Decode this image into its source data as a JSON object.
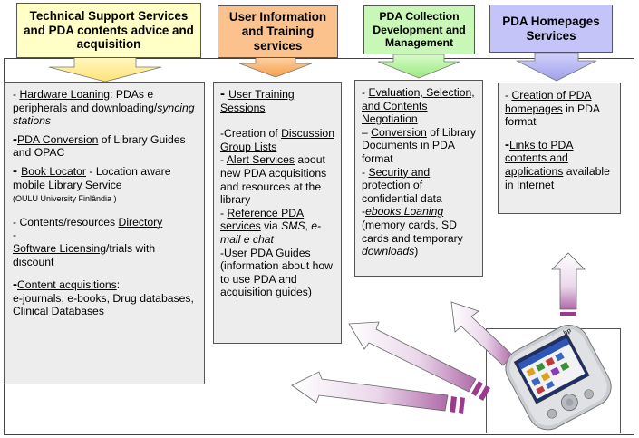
{
  "headers": [
    {
      "id": "technical",
      "lines": [
        "Technical Support Services",
        "and PDA contents advice and",
        "acquisition"
      ],
      "color": "#ffffc6"
    },
    {
      "id": "training",
      "lines": [
        "User Information",
        "and Training",
        "services"
      ],
      "color": "#fbc28d"
    },
    {
      "id": "collection",
      "lines": [
        "PDA Collection",
        "Development and",
        "Management"
      ],
      "color": "#c8f7b7"
    },
    {
      "id": "homepages",
      "lines": [
        "PDA Homepages",
        "Services"
      ],
      "color": "#c4c4f8"
    }
  ],
  "technical": {
    "hardware_lead": "- ",
    "hardware_link": "Hardware Loaning",
    "hardware_rest": ": PDAs e peripherals and downloading/",
    "hardware_italic": "syncing  stations",
    "conversion_link": "PDA Conversion",
    "conversion_rest": " of Library Guides and OPAC",
    "locator_link": "Book Locator",
    "locator_rest": " - Location aware mobile Library Service",
    "locator_note": "(OULU University Finlândia )",
    "directory_lead": "- Contents/resources ",
    "directory_link": "Directory",
    "licensing_lead": "-",
    "licensing_link": "Software Licensing",
    "licensing_rest": "/trials with discount",
    "acq_link": "Content acquisitions",
    "acq_rest": ":",
    "acq_items": "e-journals, e-books, Drug databases, Clinical Databases"
  },
  "training": {
    "sessions_link": "User Training Sessions",
    "discussion_lead": "-Creation of ",
    "discussion_link": "Discussion Group Lists",
    "alert_lead": "- ",
    "alert_link": "Alert Services",
    "alert_rest": " about new PDA acquisitions and resources at the library",
    "reference_lead": "- ",
    "reference_link": "Reference PDA services",
    "reference_mid": " via ",
    "reference_sms": "SMS",
    "reference_comma": ", ",
    "reference_email": "e-mail e chat",
    "guides_link": "-User PDA Guides",
    "guides_rest": "(information about how to use PDA and acquisition guides)"
  },
  "collection": {
    "eval_lead": "- ",
    "eval_link": "Evaluation, Selection, and Contents Negotiation",
    "conv_lead": "– ",
    "conv_link": "Conversion",
    "conv_rest": " of Library Documents in PDA format",
    "security_lead": " - ",
    "security_link": "Security and protection",
    "security_rest": " of confidential data",
    "ebooks_lead": "-",
    "ebooks_link": "ebooks Loaning",
    "ebooks_rest": "(memory cards, SD cards and temporary ",
    "ebooks_italic": "downloads",
    "ebooks_end": ")"
  },
  "homepages": {
    "creation_lead": " - ",
    "creation_link": "Creation of PDA homepages",
    "creation_rest": " in PDA format",
    "links_lead": "-",
    "links_link": "Links to PDA contents and applications",
    "links_rest": " available in Internet"
  },
  "colors": {
    "box_fill": "#ededed",
    "arrow_tech": "#ffe98c",
    "arrow_training": "#f8a54e",
    "arrow_collection": "#a8ee8e",
    "arrow_homepage": "#a9a9ee",
    "arrow_purple": "#9b3a8e"
  },
  "pda_brand": "hp"
}
